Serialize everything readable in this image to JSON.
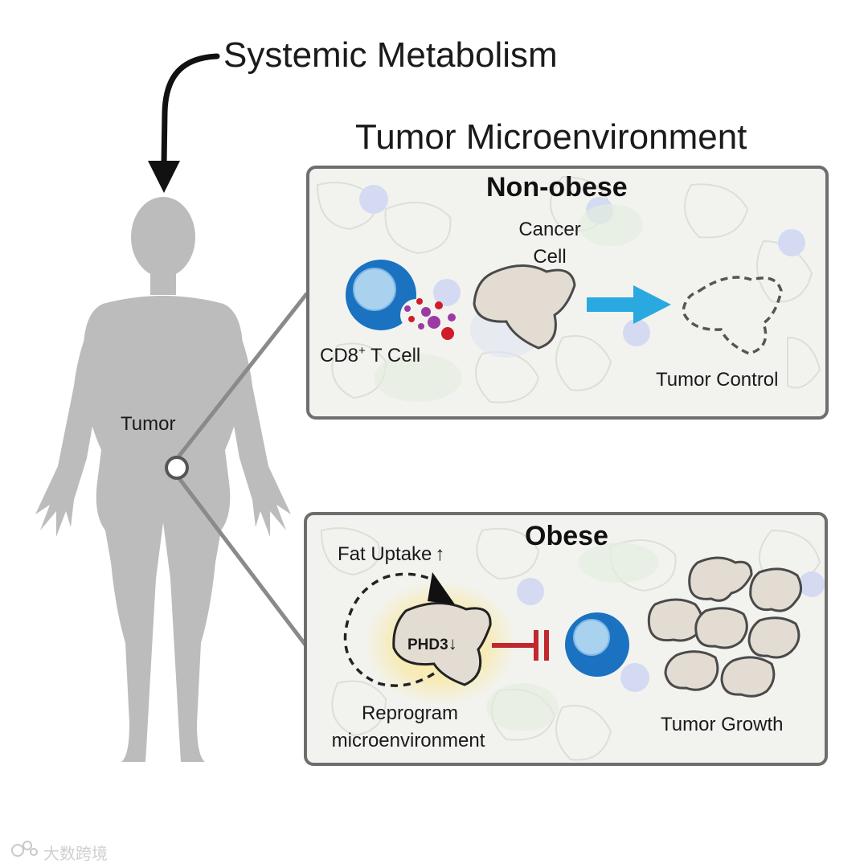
{
  "titles": {
    "systemic": "Systemic Metabolism",
    "microenvironment": "Tumor Microenvironment"
  },
  "body_label": "Tumor",
  "non_obese": {
    "title": "Non-obese",
    "cancer_cell_line1": "Cancer",
    "cancer_cell_line2": "Cell",
    "t_cell_label": "CD8",
    "t_cell_sup": "+",
    "t_cell_suffix": " T Cell",
    "outcome": "Tumor Control"
  },
  "obese": {
    "title": "Obese",
    "fat_uptake": "Fat Uptake",
    "up_arrow": "↑",
    "phd3": "PHD3",
    "down_arrow": "↓",
    "reprogram_line1": "Reprogram",
    "reprogram_line2": "microenvironment",
    "outcome": "Tumor Growth"
  },
  "watermark": "大数跨境",
  "colors": {
    "t_cell_blue": "#1a72c0",
    "t_cell_light": "#a9d2ef",
    "arrow_blue": "#29a9e0",
    "inhibit_red": "#c0282d",
    "cancer_fill": "#e3dcd2",
    "body_gray": "#bcbcbc"
  }
}
